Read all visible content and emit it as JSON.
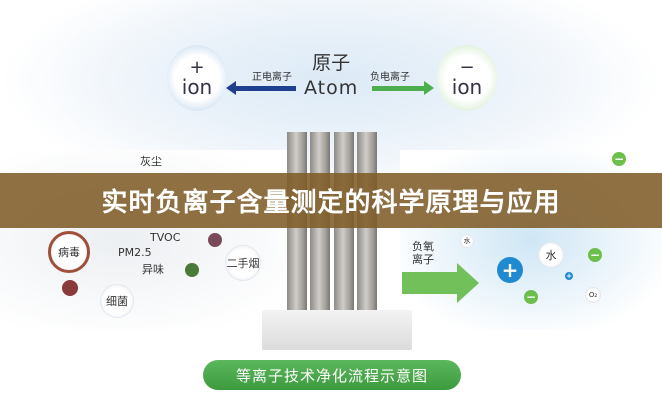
{
  "title": "实时负离子含量测定的科学原理与应用",
  "diagram": {
    "positive_ion": {
      "sign": "+",
      "label": "ion"
    },
    "negative_ion": {
      "sign": "−",
      "label": "ion"
    },
    "atom_zh": "原子",
    "atom_en": "Atom",
    "positive_label": "正电离子",
    "negative_label": "负电离子",
    "pollutants": [
      "灰尘",
      "TVOC",
      "病毒",
      "PM2.5",
      "异味",
      "二手烟",
      "细菌"
    ],
    "right_labels": {
      "neg_oxygen": "负氧离子",
      "water": "水",
      "water_small": "水",
      "o2": "O₂"
    },
    "footer_button": "等离子技术净化流程示意图"
  },
  "colors": {
    "banner": "#805c28",
    "blue": "#1f3f8f",
    "green": "#4cae4c"
  }
}
